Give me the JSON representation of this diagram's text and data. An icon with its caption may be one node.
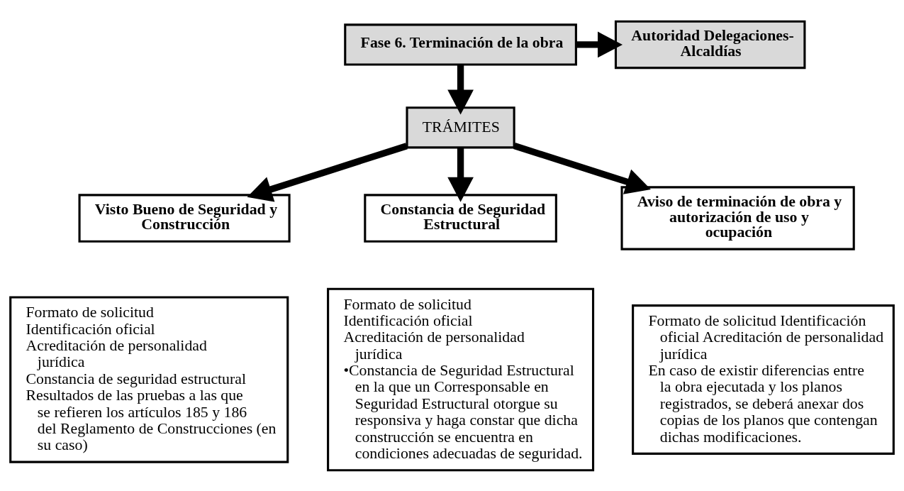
{
  "diagram": {
    "nodes": [
      {
        "text": [
          "Fase 6. Terminación de la obra"
        ]
      },
      {
        "text": [
          "Autoridad Delegaciones-Alcaldías"
        ]
      },
      {
        "text": [
          "TRÁMITES"
        ]
      },
      {
        "text": [
          "Visto Bueno de Seguridad y Construcción"
        ]
      },
      {
        "text": [
          "Constancia de Seguridad Estructural"
        ]
      },
      {
        "text": [
          "Aviso de terminación de obra y autorización de uso y ocupación"
        ]
      },
      {
        "text": [
          "Formato de solicitud",
          "Identificación oficial",
          "Acreditación de personalidad jurídica",
          "Constancia de seguridad estructural",
          "Resultados de las pruebas a las que se refieren los artículos 185 y 186 del Reglamento de Construcciones (en su caso)"
        ]
      },
      {
        "text": [
          "Formato de solicitud",
          "Identificación oficial",
          "Acreditación de personalidad jurídica",
          "•Constancia de Seguridad Estructural en la que un Corresponsable en Seguridad Estructural otorgue su responsiva y haga constar que dicha construcción se encuentra en condiciones adecuadas de seguridad."
        ]
      },
      {
        "text": [
          "Formato de solicitud Identificación oficial Acreditación de personalidad jurídica",
          "En caso de existir diferencias entre la obra ejecutada y los planos registrados, se deberá anexar dos copias de los planos que contengan dichas modificaciones."
        ]
      }
    ],
    "edges": [
      {
        "from": 0,
        "to": 1,
        "arrow": "to"
      },
      {
        "from": 0,
        "to": 2,
        "arrow": "to"
      },
      {
        "from": 2,
        "to": 3,
        "arrow": "to"
      },
      {
        "from": 2,
        "to": 4,
        "arrow": "to"
      },
      {
        "from": 2,
        "to": 5,
        "arrow": "to"
      }
    ]
  }
}
